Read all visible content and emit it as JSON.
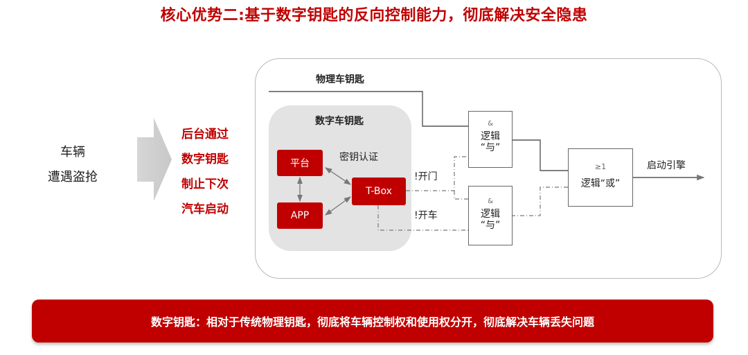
{
  "title": "核心优势二:基于数字钥匙的反向控制能力，彻底解决安全隐患",
  "left": {
    "line1": "车辆",
    "line2": "遭遇盗抢"
  },
  "red_lines": [
    "后台通过",
    "数字钥匙",
    "制止下次",
    "汽车启动"
  ],
  "diagram": {
    "physical_key": "物理车钥匙",
    "digital_key": "数字车钥匙",
    "platform": "平台",
    "app": "APP",
    "key_auth": "密钥认证",
    "tbox": "T-Box",
    "open_door": "!开门",
    "start_car": "!开车",
    "and_symbol": "&",
    "gate_and_top": {
      "line1": "逻辑",
      "line2": "“与”"
    },
    "gate_and_bottom": {
      "line1": "逻辑",
      "line2": "“与”"
    },
    "or_symbol": "≥1",
    "gate_or": "逻辑“或”",
    "engine_start": "启动引擎"
  },
  "footer": "数字钥匙：相对于传统物理钥匙，彻底将车辆控制权和使用权分开，彻底解决车辆丢失问题"
}
